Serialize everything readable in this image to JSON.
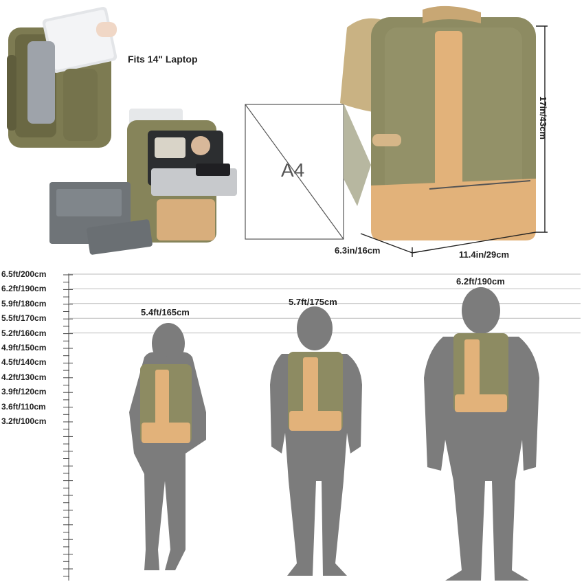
{
  "laptop_caption": "Fits 14\" Laptop",
  "a4_label": "A4",
  "dimensions": {
    "height": "17in/43cm",
    "depth": "6.3in/16cm",
    "width": "11.4in/29cm"
  },
  "ruler_labels": [
    "6.5ft/200cm",
    "6.2ft/190cm",
    "5.9ft/180cm",
    "5.5ft/170cm",
    "5.2ft/160cm",
    "4.9ft/150cm",
    "4.5ft/140cm",
    "4.2ft/130cm",
    "3.9ft/120cm",
    "3.6ft/110cm",
    "3.2ft/100cm"
  ],
  "people": [
    {
      "height_label": "5.4ft/165cm"
    },
    {
      "height_label": "5.7ft/175cm"
    },
    {
      "height_label": "6.2ft/190cm"
    }
  ],
  "colors": {
    "canvas": "#8a8a5a",
    "leather": "#e2b27a",
    "silhouette": "#7c7c7c",
    "insert": "#6f7478"
  }
}
